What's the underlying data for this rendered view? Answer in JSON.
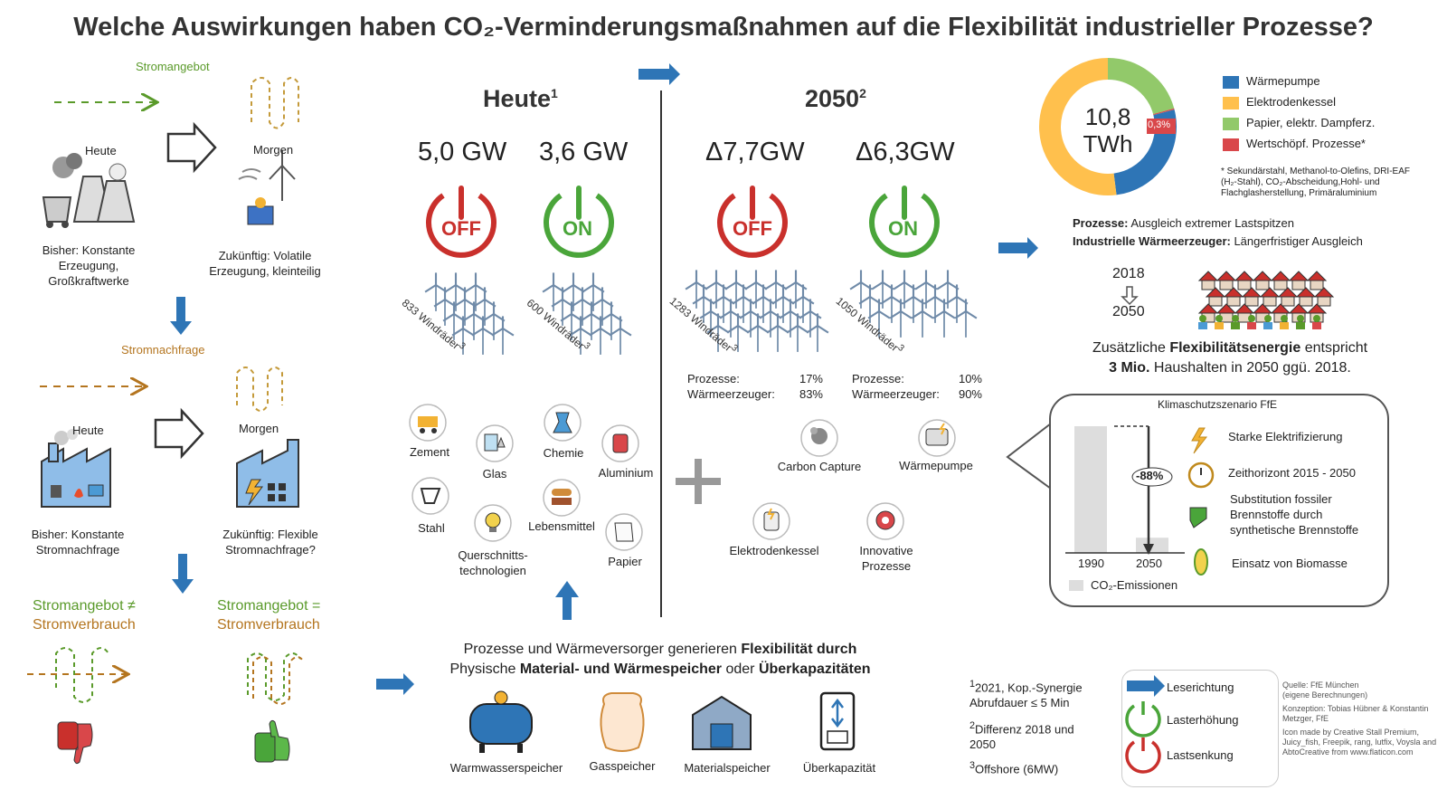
{
  "title": "Welche Auswirkungen haben CO₂-Verminderungsmaßnahmen auf die Flexibilität industrieller Prozesse?",
  "left": {
    "supply": {
      "header": "Stromangebot",
      "today_label": "Heute",
      "tomorrow_label": "Morgen",
      "today_desc": "Bisher: Konstante Erzeugung, Großkraftwerke",
      "tomorrow_desc": "Zukünftig: Volatile Erzeugung, kleinteilig"
    },
    "demand": {
      "header": "Stromnachfrage",
      "today_label": "Heute",
      "tomorrow_label": "Morgen",
      "today_desc": "Bisher: Konstante Stromnachfrage",
      "tomorrow_desc": "Zukünftig: Flexible Stromnachfrage?"
    },
    "neq_line1": "Stromangebot ≠",
    "neq_line2": "Stromverbrauch",
    "eq_line1": "Stromangebot =",
    "eq_line2": "Stromverbrauch"
  },
  "middle": {
    "heute_title": "Heute",
    "heute_sup": "1",
    "y2050_title": "2050",
    "y2050_sup": "2",
    "values": [
      "5,0 GW",
      "3,6 GW",
      "Δ7,7GW",
      "Δ6,3GW"
    ],
    "off_text": "OFF",
    "on_text": "ON",
    "turbines": [
      "833 Windräder",
      "600 Windräder",
      "1283 Windräder",
      "1050 Windräder"
    ],
    "turbine_sup": "3",
    "split_left": {
      "p_label": "Prozesse:",
      "p_val": "17%",
      "w_label": "Wärmeerzeuger:",
      "w_val": "83%"
    },
    "split_right": {
      "p_label": "Prozesse:",
      "p_val": "10%",
      "w_label": "Wärmeerzeuger:",
      "w_val": "90%"
    },
    "industries": [
      "Zement",
      "Glas",
      "Chemie",
      "Aluminium",
      "Stahl",
      "Lebensmittel",
      "Querschnitts-technologien",
      "Papier"
    ],
    "measures": [
      "Carbon Capture",
      "Wärmepumpe",
      "Elektrodenkessel",
      "Innovative Prozesse"
    ],
    "plus": "+",
    "bottom_line1_pre": "Prozesse und Wärmeversorger generieren ",
    "bottom_line1_bold": "Flexibilität durch",
    "bottom_line2_pre": "Physische ",
    "bottom_line2_bold1": "Material- und Wärmespeicher",
    "bottom_line2_mid": " oder ",
    "bottom_line2_bold2": "Überkapazitäten",
    "storages": [
      "Warmwasserspeicher",
      "Gasspeicher",
      "Materialspeicher",
      "Überkapazität"
    ]
  },
  "right": {
    "donut": {
      "center_line1": "10,8",
      "center_line2": "TWh",
      "badge": "0,3%",
      "legend": [
        "Wärmepumpe",
        "Elektrodenkessel",
        "Papier, elektr. Dampferz.",
        "Wertschöpf. Prozesse*"
      ],
      "colors": [
        "#2e75b6",
        "#ffc04d",
        "#92c96a",
        "#d9474a"
      ],
      "footnote": "* Sekundärstahl, Methanol-to-Olefins, DRI-EAF (H₂-Stahl), CO₂-Abscheidung,Hohl- und Flachglasherstellung, Primäraluminium"
    },
    "chart_data": {
      "type": "pie",
      "categories": [
        "Wärmepumpe",
        "Elektrodenkessel",
        "Papier, elektr. Dampferz.",
        "Wertschöpf. Prozesse*"
      ],
      "values": [
        27,
        52,
        20.7,
        0.3
      ]
    },
    "proc_bold": "Prozesse:",
    "proc_text": " Ausgleich extremer Lastspitzen",
    "heat_bold": "Industrielle Wärmeerzeuger:",
    "heat_text": " Längerfristiger Ausgleich",
    "year_from": "2018",
    "year_to": "2050",
    "households_pre": "Zusätzliche ",
    "households_bold": "Flexibilitätsenergie",
    "households_post": " entspricht",
    "households2_bold": "3 Mio.",
    "households2_post": " Haushalten in 2050 ggü. 2018.",
    "scenario": {
      "title": "Klimaschutzszenario FfE",
      "bar_labels": [
        "1990",
        "2050"
      ],
      "bar_values": [
        100,
        12
      ],
      "reduction": "-88%",
      "legend": "CO₂-Emissionen",
      "items": [
        "Starke Elektrifizierung",
        "Zeithorizont 2015 - 2050",
        "Substitution fossiler Brennstoffe durch synthetische Brennstoffe",
        "Einsatz von Biomasse"
      ]
    }
  },
  "footer": {
    "note1": "2021, Kop.-Synergie Abrufdauer ≤ 5 Min",
    "note2": "Differenz 2018 und 2050",
    "note3": "Offshore (6MW)",
    "sup1": "1",
    "sup2": "2",
    "sup3": "3",
    "legend_read": "Leserichtung",
    "legend_on": "Lasterhöhung",
    "legend_off": "Lastsenkung",
    "credits": [
      "Quelle: FfE München",
      "(eigene Berechnungen)",
      "Konzeption: Tobias Hübner & Konstantin Metzger, FfE",
      "Icon made by Creative Stall Premium, Juicy_fish, Freepik, rang, lutfix, Voysla and AbtoCreative from www.flaticon.com"
    ]
  }
}
